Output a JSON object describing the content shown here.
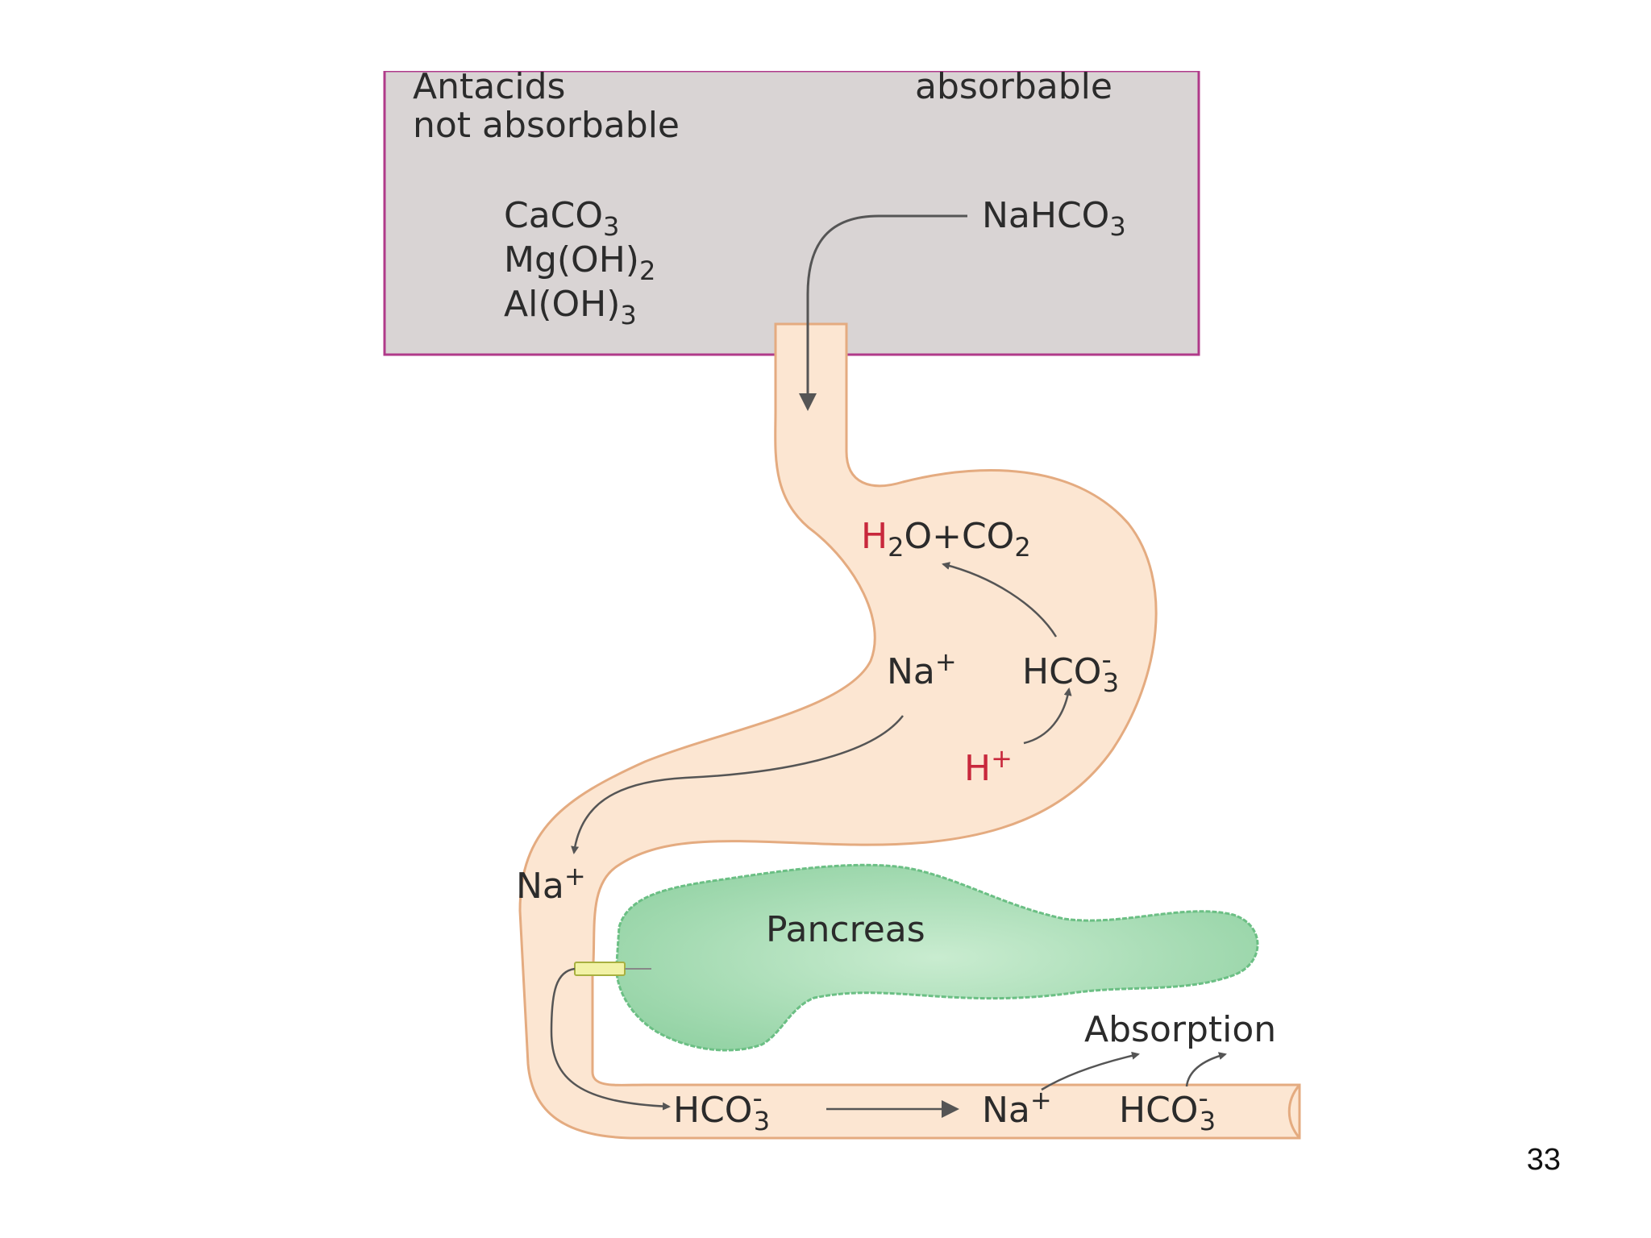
{
  "box": {
    "left_heading_line1": "Antacids",
    "left_heading_line2": "not absorbable",
    "right_heading": "absorbable",
    "compounds": [
      {
        "base": "CaCO",
        "sub": "3",
        "suffix": ""
      },
      {
        "base": "Mg(OH)",
        "sub": "2",
        "suffix": ""
      },
      {
        "base": "Al(OH)",
        "sub": "3",
        "suffix": ""
      }
    ],
    "absorbable_compound": {
      "base": "NaHCO",
      "sub": "3"
    }
  },
  "stomach": {
    "product": {
      "h": "H",
      "h_sub": "2",
      "rest": "O+CO",
      "rest_sub": "2"
    },
    "na": {
      "base": "Na",
      "sup": "+"
    },
    "hco3": {
      "base": "HCO",
      "sub": "3",
      "sup": "-"
    },
    "h_ion": {
      "base": "H",
      "sup": "+"
    }
  },
  "duodenum": {
    "na": {
      "base": "Na",
      "sup": "+"
    }
  },
  "pancreas": {
    "label": "Pancreas"
  },
  "intestine": {
    "hco3_secreted": {
      "base": "HCO",
      "sub": "3",
      "sup": "-"
    },
    "na": {
      "base": "Na",
      "sup": "+"
    },
    "hco3": {
      "base": "HCO",
      "sub": "3",
      "sup": "-"
    },
    "absorption_label": "Absorption"
  },
  "page_number": "33",
  "colors": {
    "box_fill": "#d9d4d4",
    "box_border": "#b03a8a",
    "gut_fill": "#fce6d2",
    "gut_stroke": "#e4ab80",
    "pancreas_fill": "#a9dcb5",
    "pancreas_stroke": "#6bbf84",
    "arrow": "#555555",
    "red_text": "#c8283c"
  }
}
